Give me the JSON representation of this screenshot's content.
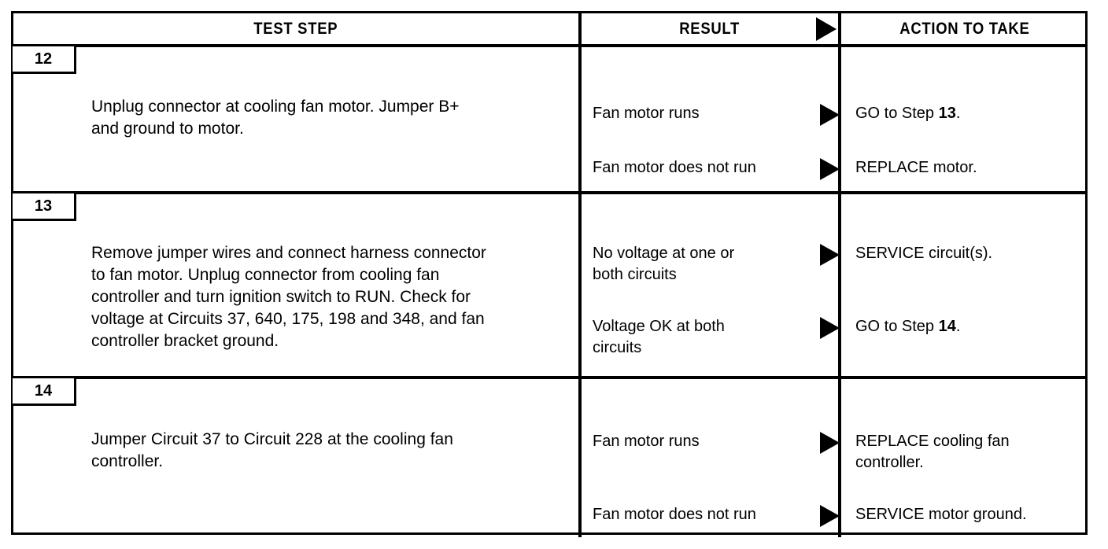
{
  "table": {
    "headers": {
      "test_step": "TEST STEP",
      "result": "RESULT",
      "action": "ACTION TO TAKE",
      "arrow_icon": "right-triangle-icon"
    },
    "rows": [
      {
        "step_number": "12",
        "test_step": "Unplug connector at cooling fan motor. Jumper B+\nand ground to motor.",
        "branches": [
          {
            "result": "Fan motor runs",
            "action_prefix": "GO to Step ",
            "action_bold": "13",
            "action_suffix": "."
          },
          {
            "result": "Fan motor does not run",
            "action_prefix": "REPLACE motor.",
            "action_bold": "",
            "action_suffix": ""
          }
        ]
      },
      {
        "step_number": "13",
        "test_step": "Remove jumper wires and connect harness connector\nto fan motor. Unplug connector from cooling fan\ncontroller and turn ignition switch to RUN. Check for\nvoltage at Circuits 37, 640, 175, 198 and 348, and fan\ncontroller bracket ground.",
        "branches": [
          {
            "result": "No voltage at one or\nboth circuits",
            "action_prefix": "SERVICE circuit(s).",
            "action_bold": "",
            "action_suffix": ""
          },
          {
            "result": "Voltage OK at both\ncircuits",
            "action_prefix": "GO to Step ",
            "action_bold": "14",
            "action_suffix": "."
          }
        ]
      },
      {
        "step_number": "14",
        "test_step": "Jumper Circuit 37 to Circuit 228 at the cooling fan\ncontroller.",
        "branches": [
          {
            "result": "Fan motor runs",
            "action_prefix": "REPLACE cooling fan\ncontroller.",
            "action_bold": "",
            "action_suffix": ""
          },
          {
            "result": "Fan motor does not run",
            "action_prefix": "SERVICE motor ground.",
            "action_bold": "",
            "action_suffix": ""
          }
        ]
      }
    ]
  },
  "colors": {
    "ink": "#000000",
    "page": "#ffffff"
  }
}
